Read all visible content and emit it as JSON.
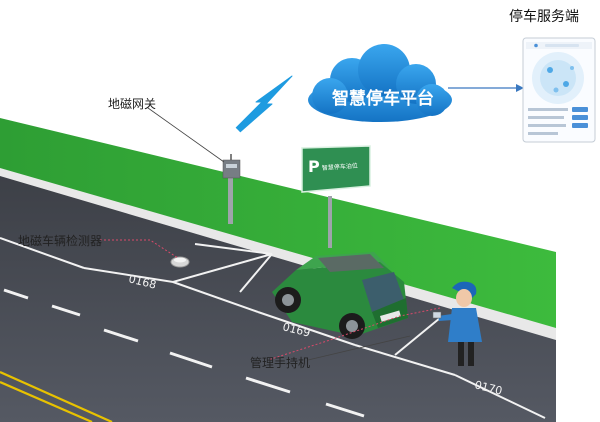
{
  "cloud": {
    "label": "智慧停车平台"
  },
  "phone_app": {
    "title": "停车服务端"
  },
  "gateway": {
    "label": "地磁网关"
  },
  "sign": {
    "letter": "P",
    "text": "智慧停车泊位"
  },
  "detector": {
    "label": "地磁车辆检测器"
  },
  "handheld": {
    "label": "管理手持机"
  },
  "slots": [
    "0168",
    "0169",
    "0170"
  ],
  "colors": {
    "grass": "#2fa52f",
    "road": "#4a4d55",
    "cloud": "#1e88d8",
    "car": "#2b8a3e",
    "sign": "#2f8f52"
  }
}
